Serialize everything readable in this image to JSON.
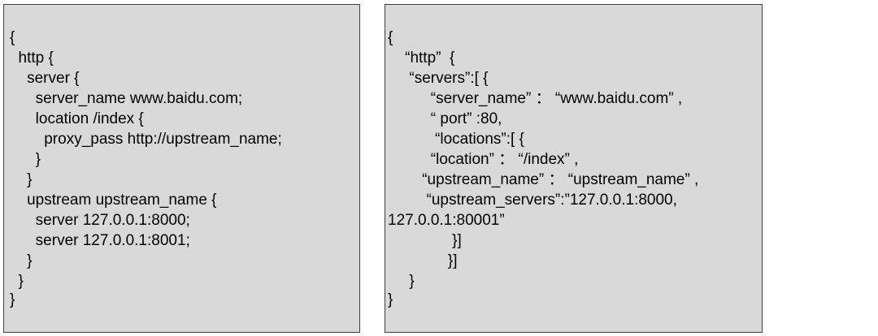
{
  "left_code": {
    "lines": [
      "{",
      "  http {",
      "    server {",
      "      server_name www.baidu.com;",
      "      location /index {",
      "        proxy_pass http://upstream_name;",
      "      }",
      "    }",
      "    upstream upstream_name {",
      "      server 127.0.0.1:8000;",
      "      server 127.0.0.1:8001;",
      "    }",
      "  }",
      "}"
    ]
  },
  "right_code": {
    "lines": [
      "{",
      "    “http”  {",
      "     “servers”:[ {",
      "          “server_name” ： “www.baidu.com” ,",
      "          “ port” :80,",
      "           “locations”:[ {",
      "          “location” ： “/index” ,",
      "        “upstream_name” ： “upstream_name” ,",
      "         “upstream_servers”:”127.0.0.1:8000,",
      "127.0.0.1:80001”",
      "               }]",
      "              }]",
      "     }",
      "}"
    ]
  }
}
